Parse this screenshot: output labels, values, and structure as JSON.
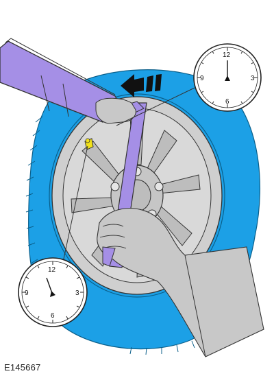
{
  "figure": {
    "code": "E145667"
  },
  "clocks": [
    {
      "name": "upper",
      "hour": 12,
      "labels": {
        "twelve": "12",
        "three": "3",
        "six": "6",
        "nine": "9"
      }
    },
    {
      "name": "lower",
      "hour": 11,
      "labels": {
        "twelve": "12",
        "three": "3",
        "six": "6",
        "nine": "9"
      }
    }
  ],
  "colors": {
    "tire": "#1ca0e6",
    "wrench": "#a58fe6",
    "wheel": "#cfcfcf",
    "valve": "#f2e21a",
    "arrow": "#111111"
  },
  "icons": {
    "rotation_arrow": "counterclockwise-arrow-icon"
  }
}
